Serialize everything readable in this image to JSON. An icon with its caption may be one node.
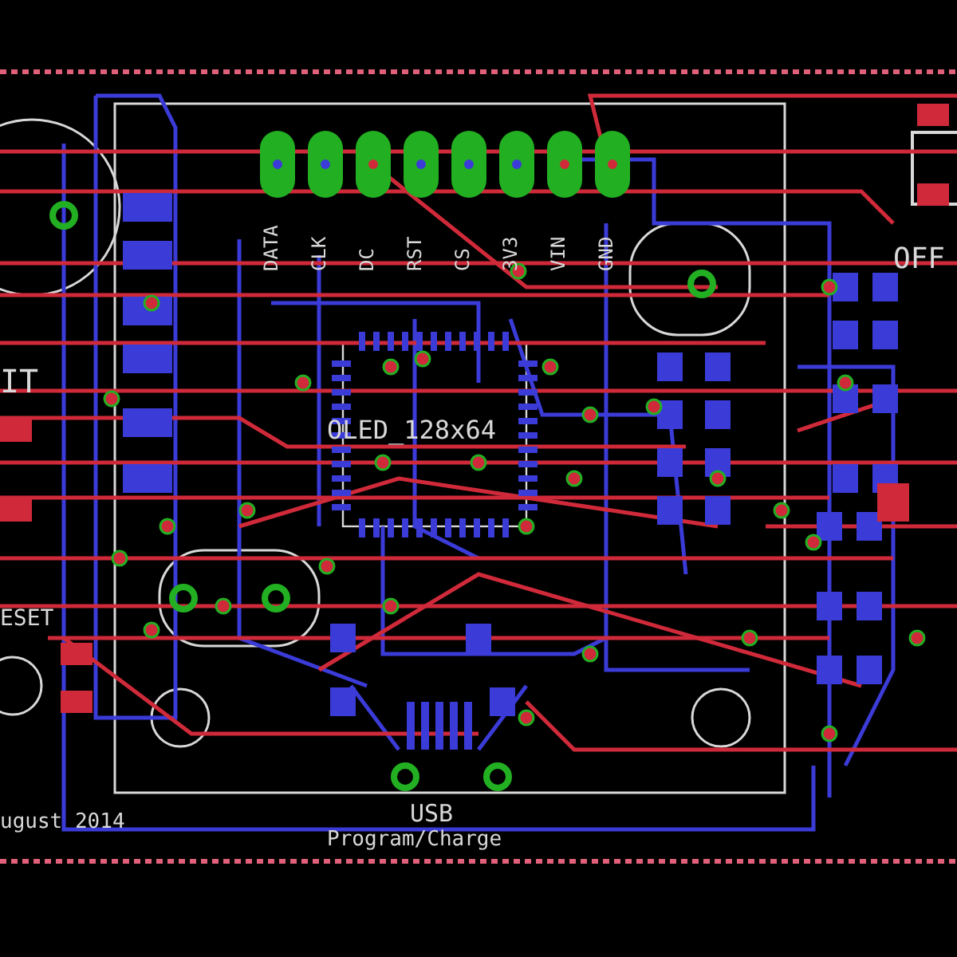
{
  "diagram": {
    "labels": [
      "DATA",
      "CLK",
      "DC",
      "RST",
      "CS",
      "3V3",
      "VIN",
      "GND",
      "OFF",
      "IT",
      "OLED_128x64",
      "ESET",
      "USB",
      "ugust 2014",
      "Program/Charge"
    ]
  }
}
